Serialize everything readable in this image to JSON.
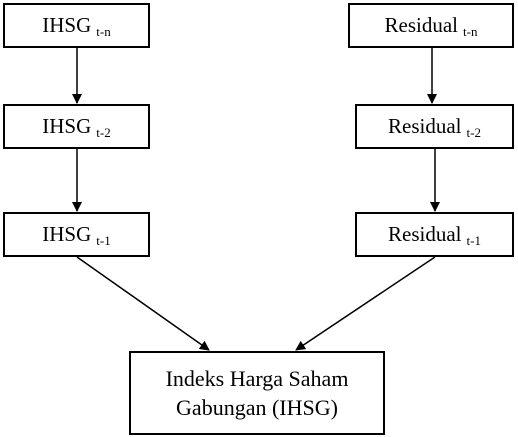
{
  "nodes": {
    "ihsg_tn": {
      "main": "IHSG",
      "sub": "t-n"
    },
    "ihsg_t2": {
      "main": "IHSG",
      "sub": "t-2"
    },
    "ihsg_t1": {
      "main": "IHSG",
      "sub": "t-1"
    },
    "res_tn": {
      "main": "Residual",
      "sub": "t-n"
    },
    "res_t2": {
      "main": "Residual",
      "sub": "t-2"
    },
    "res_t1": {
      "main": "Residual",
      "sub": "t-1"
    },
    "target": {
      "line1": "Indeks Harga Saham",
      "line2": "Gabungan (IHSG)"
    }
  },
  "edges": [
    {
      "from": "ihsg_tn",
      "to": "ihsg_t2"
    },
    {
      "from": "ihsg_t2",
      "to": "ihsg_t1"
    },
    {
      "from": "res_tn",
      "to": "res_t2"
    },
    {
      "from": "res_t2",
      "to": "res_t1"
    },
    {
      "from": "ihsg_t1",
      "to": "target"
    },
    {
      "from": "res_t1",
      "to": "target"
    }
  ],
  "colors": {
    "stroke": "#000000",
    "background": "#ffffff"
  }
}
